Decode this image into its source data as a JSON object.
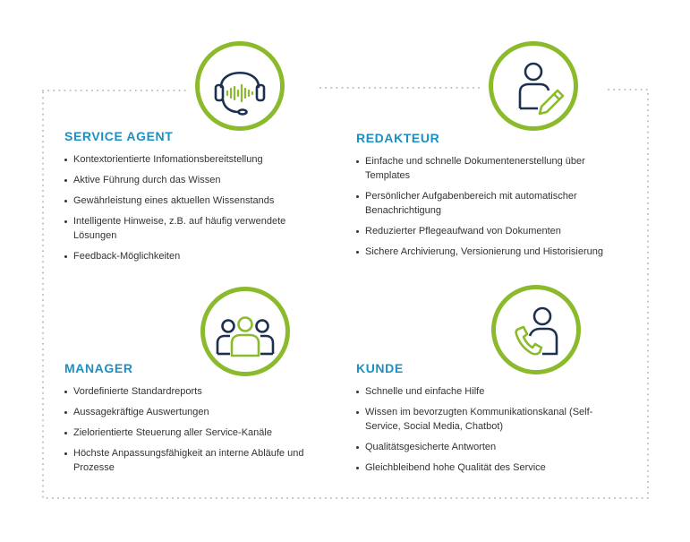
{
  "colors": {
    "accent_green": "#8bbb2d",
    "title_blue": "#1d8fc1",
    "icon_navy": "#1e3050",
    "dots": "#bdbdbd"
  },
  "service_agent": {
    "icon": "headset-icon",
    "title": "SERVICE AGENT",
    "items": [
      "Kontextorientierte Infomationsbereitstellung",
      "Aktive Führung durch das Wissen",
      "Gewährleistung eines aktuellen Wissenstands",
      "Intelligente Hinweise, z.B. auf häufig verwendete Lösungen",
      "Feedback-Möglichkeiten"
    ]
  },
  "redakteur": {
    "icon": "user-edit-icon",
    "title": "REDAKTEUR",
    "items": [
      "Einfache und schnelle Dokumentenerstellung über Templates",
      "Persönlicher Aufgabenbereich mit automatischer Benachrichtigung",
      "Reduzierter Pflegeaufwand von Dokumenten",
      "Sichere Archivierung, Versionierung und Historisierung"
    ]
  },
  "manager": {
    "icon": "team-icon",
    "title": "MANAGER",
    "items": [
      "Vordefinierte Standardreports",
      "Aussagekräftige Auswertungen",
      "Zielorientierte Steuerung aller Service-Kanäle",
      "Höchste Anpassungsfähigkeit an interne Abläufe und Prozesse"
    ]
  },
  "kunde": {
    "icon": "customer-phone-icon",
    "title": "KUNDE",
    "items": [
      "Schnelle und einfache Hilfe",
      "Wissen im bevorzugten Kommunikationskanal (Self-Service, Social Media, Chatbot)",
      "Qualitätsgesicherte Antworten",
      "Gleichbleibend hohe Qualität des Service"
    ]
  }
}
